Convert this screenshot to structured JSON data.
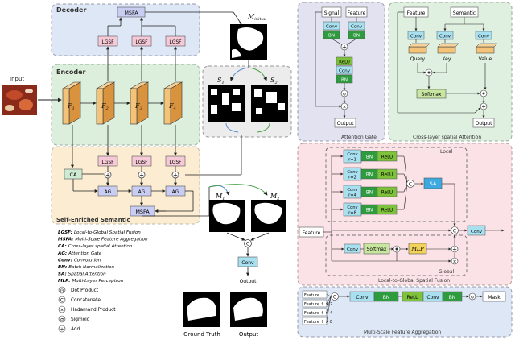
{
  "sections": {
    "decoder": "Decoder",
    "encoder": "Encoder",
    "self_enriched": "Self-Enriched Semantic",
    "attention_gate": "Attention Gate",
    "cross_layer": "Cross-layer spatial Attention",
    "local": "Local",
    "global": "Global",
    "l2g": "Local-to-Global Spatial Fusion",
    "msfa": "Multi-Scale Feature Aggregation"
  },
  "main": {
    "input": "Input",
    "msfa": "MSFA",
    "lgsf": "LGSF",
    "ca": "CA",
    "ag": "AG",
    "m_initial": "M",
    "m_initial_sub": "initial",
    "s1": "S",
    "s1_sub": "1",
    "s2": "S",
    "s2_sub": "2",
    "m1": "M",
    "m1_sub": "1",
    "m2": "M",
    "m2_sub": "2",
    "f1": "F",
    "f1_sub": "1",
    "f2": "F",
    "f2_sub": "2",
    "f3": "F",
    "f3_sub": "3",
    "f4": "F",
    "f4_sub": "4",
    "conv": "Conv",
    "output": "Output",
    "ground_truth": "Ground Truth",
    "output2": "Output"
  },
  "ag_panel": {
    "signal": "Signal",
    "feature": "Feature",
    "conv": "Conv",
    "bn": "BN",
    "relu": "ReLU",
    "output": "Output"
  },
  "ca_panel": {
    "feature": "Feature",
    "semantic": "Semantic",
    "conv": "Conv",
    "query": "Query",
    "key": "Key",
    "value": "Value",
    "softmax": "Softmax",
    "output": "Output"
  },
  "l2g_panel": {
    "conv_r1": "Conv\nr=1",
    "conv_r2": "Conv\nr=2",
    "conv_r4": "Conv\nr=4",
    "conv_r8": "Conv\nr=8",
    "bn": "BN",
    "relu": "ReLU",
    "sa": "SA",
    "conv": "Conv",
    "softmax": "Softmax",
    "mlp": "MLP",
    "feature": "Feature"
  },
  "msfa_panel": {
    "feature": "Feature",
    "up2": "↑ × 2",
    "up4": "↑ × 4",
    "up8": "↑ × 8",
    "conv": "Conv",
    "bn": "BN",
    "relu": "ReLU",
    "mask": "Mask"
  },
  "legend": [
    {
      "key": "LGSF:",
      "text": "Local-to-Global Spatial Fusion"
    },
    {
      "key": "MSFA:",
      "text": "Multi-Scale Feature Aggregation"
    },
    {
      "key": "CA:",
      "text": "Cross-layer spatial Attention"
    },
    {
      "key": "AG:",
      "text": "Attention Gate"
    },
    {
      "key": "Conv:",
      "text": "Convolution"
    },
    {
      "key": "BN:",
      "text": "Batch Normalization"
    },
    {
      "key": "SA:",
      "text": "Spatial Attention"
    },
    {
      "key": "MLP:",
      "text": "Multi-Layer Perceptron"
    }
  ],
  "symbols": [
    {
      "glyph": "⊙",
      "text": "Dot Product"
    },
    {
      "glyph": "C",
      "text": "Concatenate"
    },
    {
      "glyph": "×",
      "text": "Hadamand Product"
    },
    {
      "glyph": "σ",
      "text": "Sigmoid"
    },
    {
      "glyph": "+",
      "text": "Add"
    }
  ],
  "colors": {
    "decoder_bg": "#dde7f6",
    "encoder_bg": "#dcefdc",
    "semantic_bg": "#fbecd2",
    "panel_bg": "#e2e2f0",
    "ca_bg": "#e0f0e0",
    "l2g_bg": "#fbe2e6",
    "lgsf_fill": "#f6c9d6",
    "ca_fill": "#cfead2",
    "ag_fill": "#c9cdf2",
    "conv_fill": "#a8e0f0",
    "bn_fill": "#2e9b3f",
    "relu_fill": "#7ec23c",
    "feature_fill": "#f4c37a",
    "softmax_fill": "#c8e6a0",
    "mlp_fill": "#f2d25a"
  }
}
